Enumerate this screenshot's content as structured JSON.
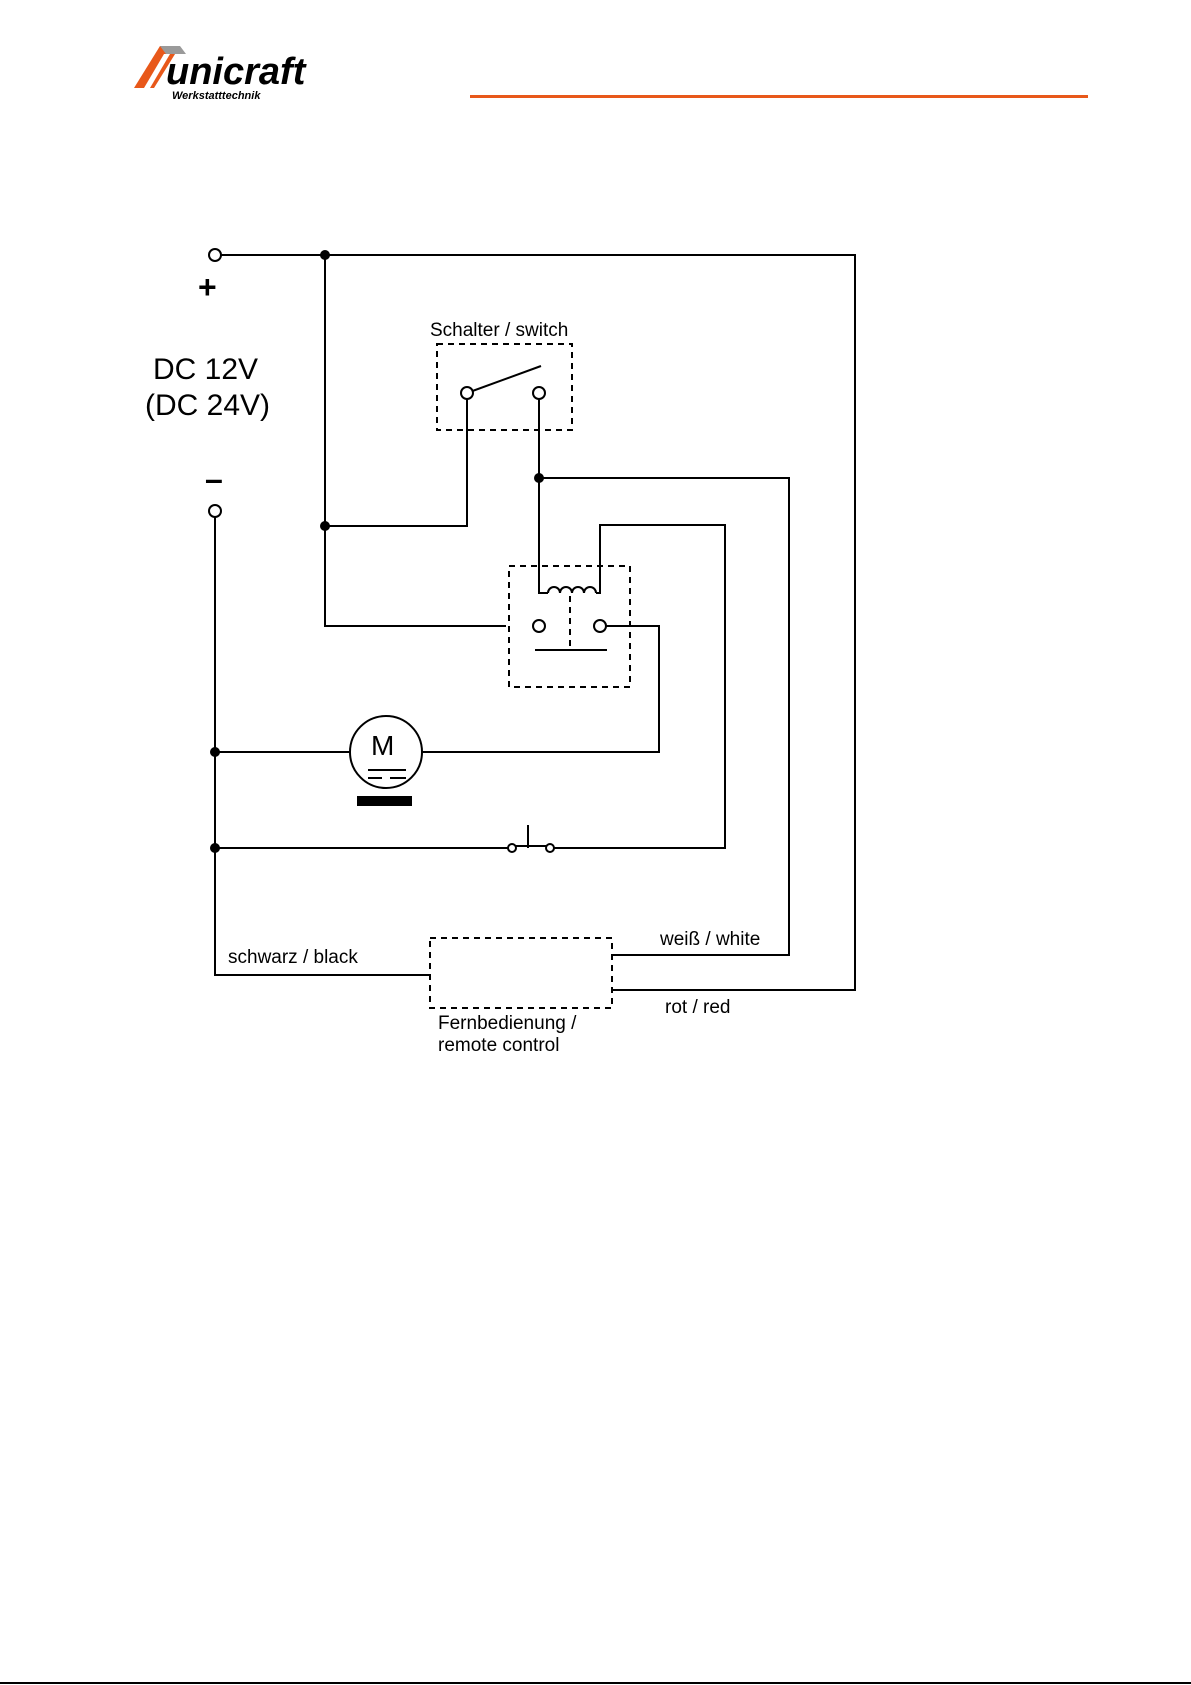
{
  "header": {
    "brand": "unicraft",
    "brand_tagline": "Werkstatttechnik",
    "accent_color": "#e8581a"
  },
  "diagram": {
    "terminal_plus": "+",
    "terminal_minus": "–",
    "voltage_primary": "DC  12V",
    "voltage_alt": "(DC 24V)",
    "switch_label": "Schalter / switch",
    "motor_symbol": "M",
    "wire_black": "schwarz / black",
    "wire_white": "weiß / white",
    "wire_red": "rot / red",
    "remote_label_line1": "Fernbedienung /",
    "remote_label_line2": "remote control"
  }
}
